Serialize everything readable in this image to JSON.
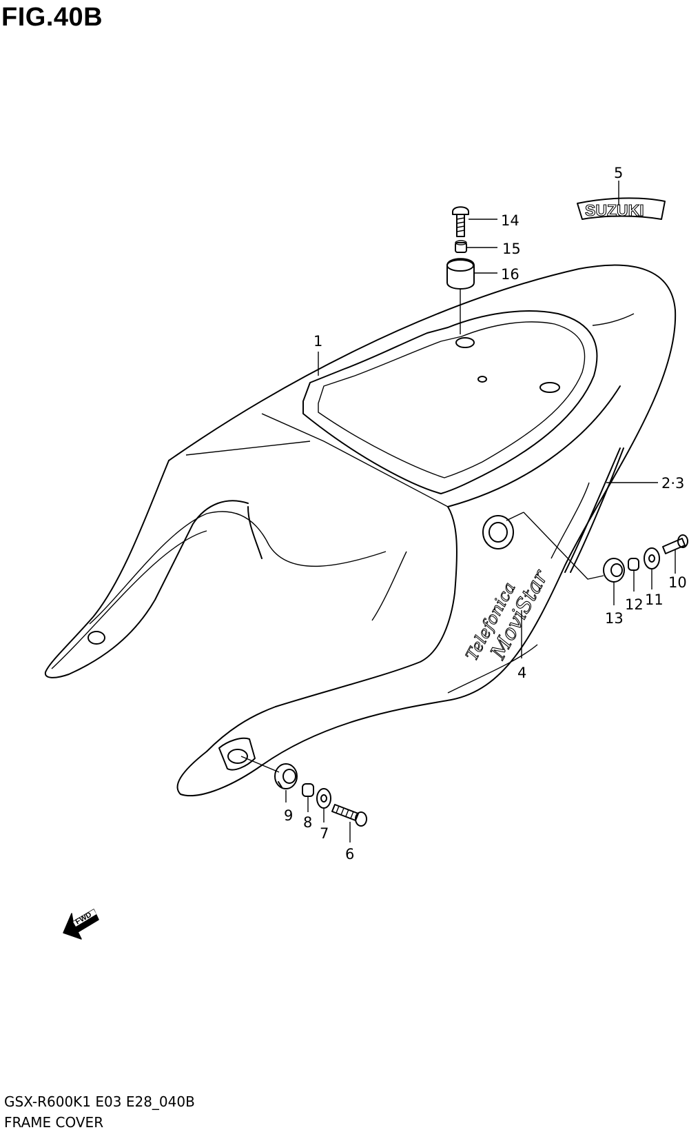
{
  "figure": {
    "title": "FIG.40B",
    "model_code": "GSX-R600K1 E03 E28_040B",
    "section_name": "FRAME COVER"
  },
  "decals": {
    "suzuki": "SUZUKI",
    "telefonica": "Telefonica",
    "movistar": "MoviStar",
    "fwd": "FWD"
  },
  "callouts": {
    "c1": "1",
    "c2_3": "2·3",
    "c4": "4",
    "c5": "5",
    "c6": "6",
    "c7": "7",
    "c8": "8",
    "c9": "9",
    "c10": "10",
    "c11": "11",
    "c12": "12",
    "c13": "13",
    "c14": "14",
    "c15": "15",
    "c16": "16"
  }
}
